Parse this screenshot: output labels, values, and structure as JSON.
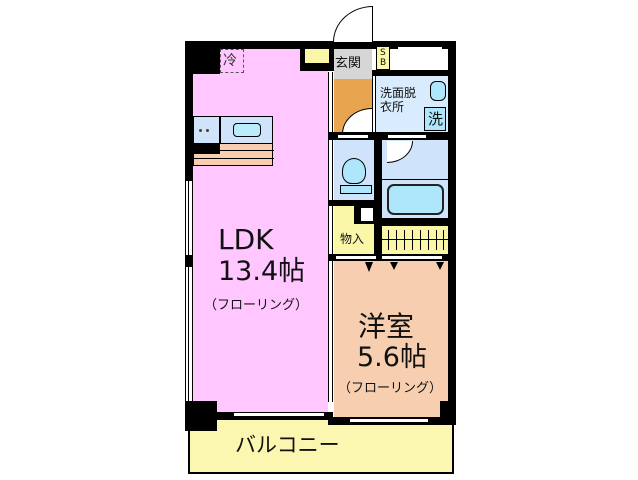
{
  "rooms": {
    "ldk": {
      "name": "LDK",
      "size": "13.4帖",
      "flooring": "（フローリング）",
      "color": "#ffc6ff"
    },
    "yoshitsu": {
      "name": "洋室",
      "size": "5.6帖",
      "flooring": "（フローリング）",
      "color": "#f7cfb0"
    },
    "balcony": {
      "name": "バルコニー",
      "color": "#fbf7b1"
    },
    "genkan": {
      "name": "玄関"
    },
    "sb": {
      "line1": "S",
      "line2": "B"
    },
    "washroom": {
      "line1": "洗面脱",
      "line2": "衣所"
    },
    "storage": {
      "name": "物入"
    }
  },
  "fixtures": {
    "fridge": "冷",
    "washer": "洗"
  }
}
